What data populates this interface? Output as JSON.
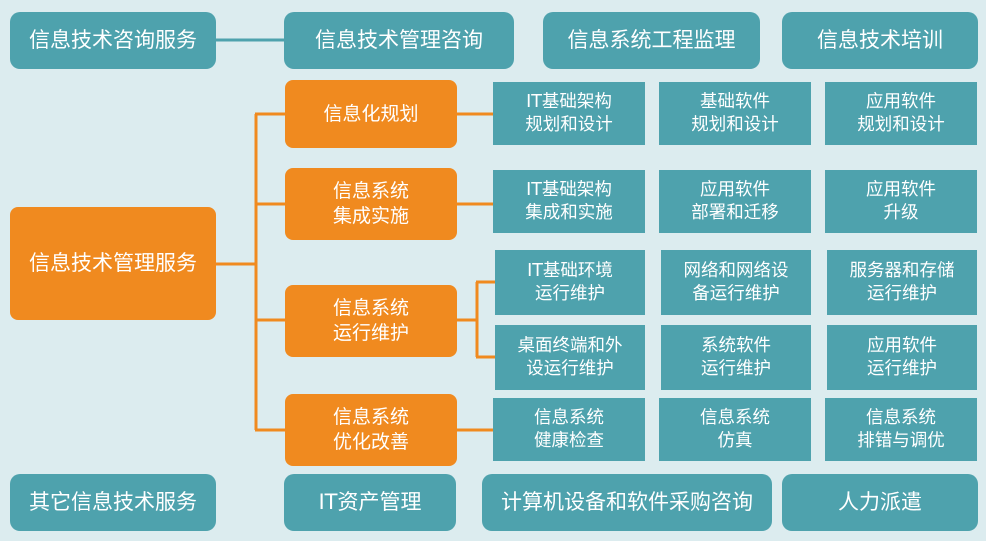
{
  "colors": {
    "background": "#dcecef",
    "teal": "#4ea2ad",
    "orange": "#f08a1f",
    "connector_orange": "#f08a1f",
    "connector_teal": "#4ea2ad"
  },
  "top_row": [
    "信息技术咨询服务",
    "信息技术管理咨询",
    "信息系统工程监理",
    "信息技术培训"
  ],
  "center": "信息技术管理服务",
  "categories": [
    {
      "name": "信息化规划",
      "items": [
        "IT基础架构\n规划和设计",
        "基础软件\n规划和设计",
        "应用软件\n规划和设计"
      ]
    },
    {
      "name": "信息系统\n集成实施",
      "items": [
        "IT基础架构\n集成和实施",
        "应用软件\n部署和迁移",
        "应用软件\n升级"
      ]
    },
    {
      "name": "信息系统\n运行维护",
      "items": [
        "IT基础环境\n运行维护",
        "网络和网络设\n备运行维护",
        "服务器和存储\n运行维护",
        "桌面终端和外\n设运行维护",
        "系统软件\n运行维护",
        "应用软件\n运行维护"
      ]
    },
    {
      "name": "信息系统\n优化改善",
      "items": [
        "信息系统\n健康检查",
        "信息系统\n仿真",
        "信息系统\n排错与调优"
      ]
    }
  ],
  "bottom_row": [
    "其它信息技术服务",
    "IT资产管理",
    "计算机设备和软件采购咨询",
    "人力派遣"
  ]
}
